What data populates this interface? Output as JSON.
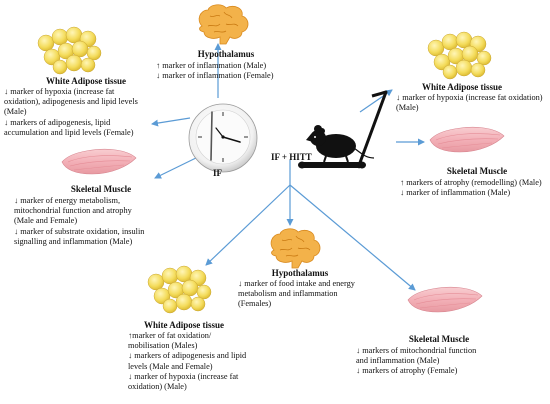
{
  "colors": {
    "arrow": "#5b9bd5",
    "fat": "#f2d85a",
    "muscle": "#f3b8bd",
    "brain": "#f1aa3c"
  },
  "labels": {
    "if": "IF",
    "if_hitt": "IF + HITT"
  },
  "icons": {
    "fat": "fat-tissue-icon",
    "muscle": "muscle-icon",
    "brain": "brain-icon",
    "clock": "clock-plate-icon",
    "mouse": "mouse-treadmill-icon"
  },
  "if_group": {
    "wat": {
      "title": "White Adipose tissue",
      "lines": [
        "↓ marker of hypoxia (increase fat oxidation), adipogenesis and lipid levels  (Male)",
        "↓ markers of adipogenesis, lipid accumulation and lipid levels (Female)"
      ]
    },
    "hypothalamus": {
      "title": "Hypothalamus",
      "lines": [
        "↑ marker of inflammation (Male)",
        "↓ marker of inflammation (Female)"
      ]
    },
    "muscle": {
      "title": "Skeletal Muscle",
      "lines": [
        "↓ marker of energy metabolism, mitochondrial function and atrophy (Male and Female)",
        "↓ marker of substrate oxidation, insulin signalling and inflammation (Male)"
      ]
    }
  },
  "hitt_group": {
    "wat": {
      "title": "White Adipose tissue",
      "lines": [
        "↓ marker of hypoxia (increase fat oxidation) (Male)"
      ]
    },
    "muscle": {
      "title": "Skeletal Muscle",
      "lines": [
        "↑ markers of atrophy (remodelling) (Male)",
        "↓ marker of inflammation (Male)"
      ]
    }
  },
  "combined_group": {
    "hypothalamus": {
      "title": "Hypothalamus",
      "lines": [
        "↓ marker of food intake and energy metabolism and inflammation (Females)"
      ]
    },
    "wat": {
      "title": "White Adipose tissue",
      "lines": [
        "↑marker of fat oxidation/ mobilisation (Males)",
        "↓ markers of adipogenesis and lipid levels (Male and Female)",
        "↓ marker of hypoxia (increase fat oxidation) (Male)"
      ]
    },
    "muscle": {
      "title": "Skeletal Muscle",
      "lines": [
        "↓ markers of mitochondrial function and inflammation (Male)",
        "↓ markers of atrophy (Female)"
      ]
    }
  }
}
